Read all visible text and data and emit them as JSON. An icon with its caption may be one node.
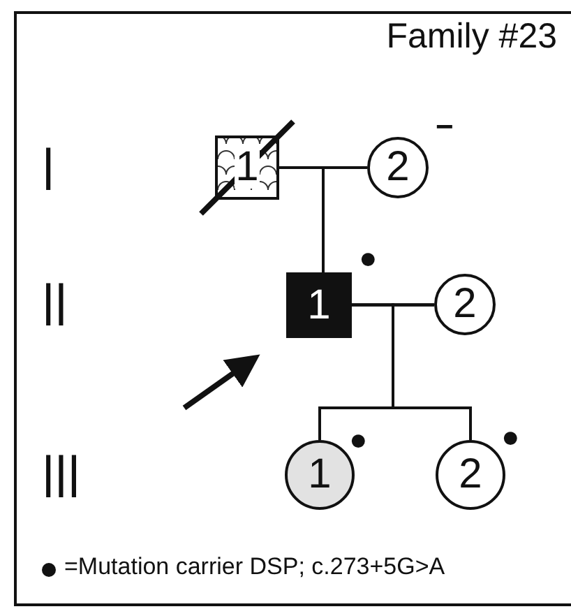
{
  "diagram": {
    "title": "Family #23",
    "nodes": [
      {
        "text": [
          "1"
        ]
      },
      {
        "text": [
          "2"
        ],
        "beside": [
          "−"
        ]
      },
      {
        "text": [
          "1"
        ],
        "beside": [
          "●"
        ]
      },
      {
        "text": [
          "2"
        ]
      },
      {
        "text": [
          "1"
        ],
        "beside": [
          "●"
        ]
      },
      {
        "text": [
          "2"
        ],
        "beside": [
          "●"
        ]
      }
    ],
    "edges": [
      {
        "from": 0,
        "to": 1,
        "arrow": "none"
      },
      {
        "from": 0,
        "to": 2,
        "arrow": "none"
      },
      {
        "from": 1,
        "to": 2,
        "arrow": "none"
      },
      {
        "from": 2,
        "to": 3,
        "arrow": "none"
      },
      {
        "from": 2,
        "to": 4,
        "arrow": "none"
      },
      {
        "from": 3,
        "to": 4,
        "arrow": "none"
      },
      {
        "from": 2,
        "to": 5,
        "arrow": "none"
      },
      {
        "from": 3,
        "to": 5,
        "arrow": "none"
      },
      {
        "from": null,
        "to": 2,
        "arrow": "to",
        "style": "thick"
      }
    ],
    "labels": [
      "I",
      "II",
      "III"
    ],
    "legend": [
      {
        "text": "=Mutation carrier DSP; c.273+5G>A"
      }
    ]
  }
}
